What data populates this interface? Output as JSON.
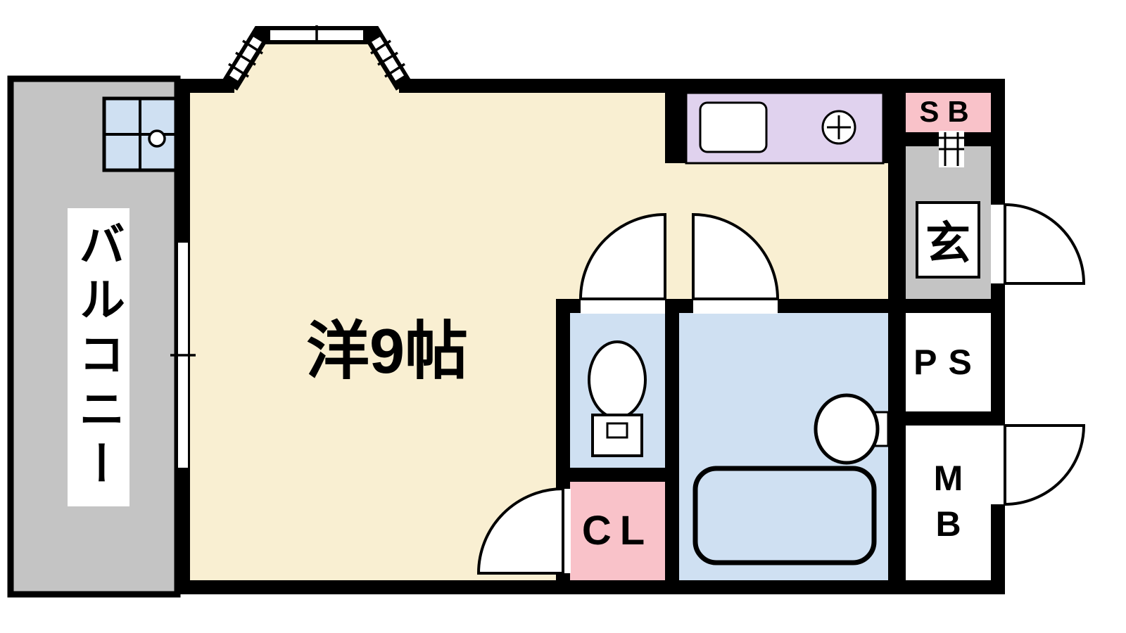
{
  "plan": {
    "balcony_label": "バルコニー",
    "main_room_label": "洋9帖",
    "shoe_box_label": "SB",
    "entrance_label": "玄",
    "pipe_space_label": "PS",
    "meter_box_label": "M\nB",
    "closet_label": "CL"
  },
  "colors": {
    "wall": "#000000",
    "room_cream": "#f9efd2",
    "wet_area_blue": "#cfe0f2",
    "kitchen_purple": "#e0d2ee",
    "accent_pink": "#f9c2c9",
    "balcony_gray": "#c4c4c4"
  }
}
